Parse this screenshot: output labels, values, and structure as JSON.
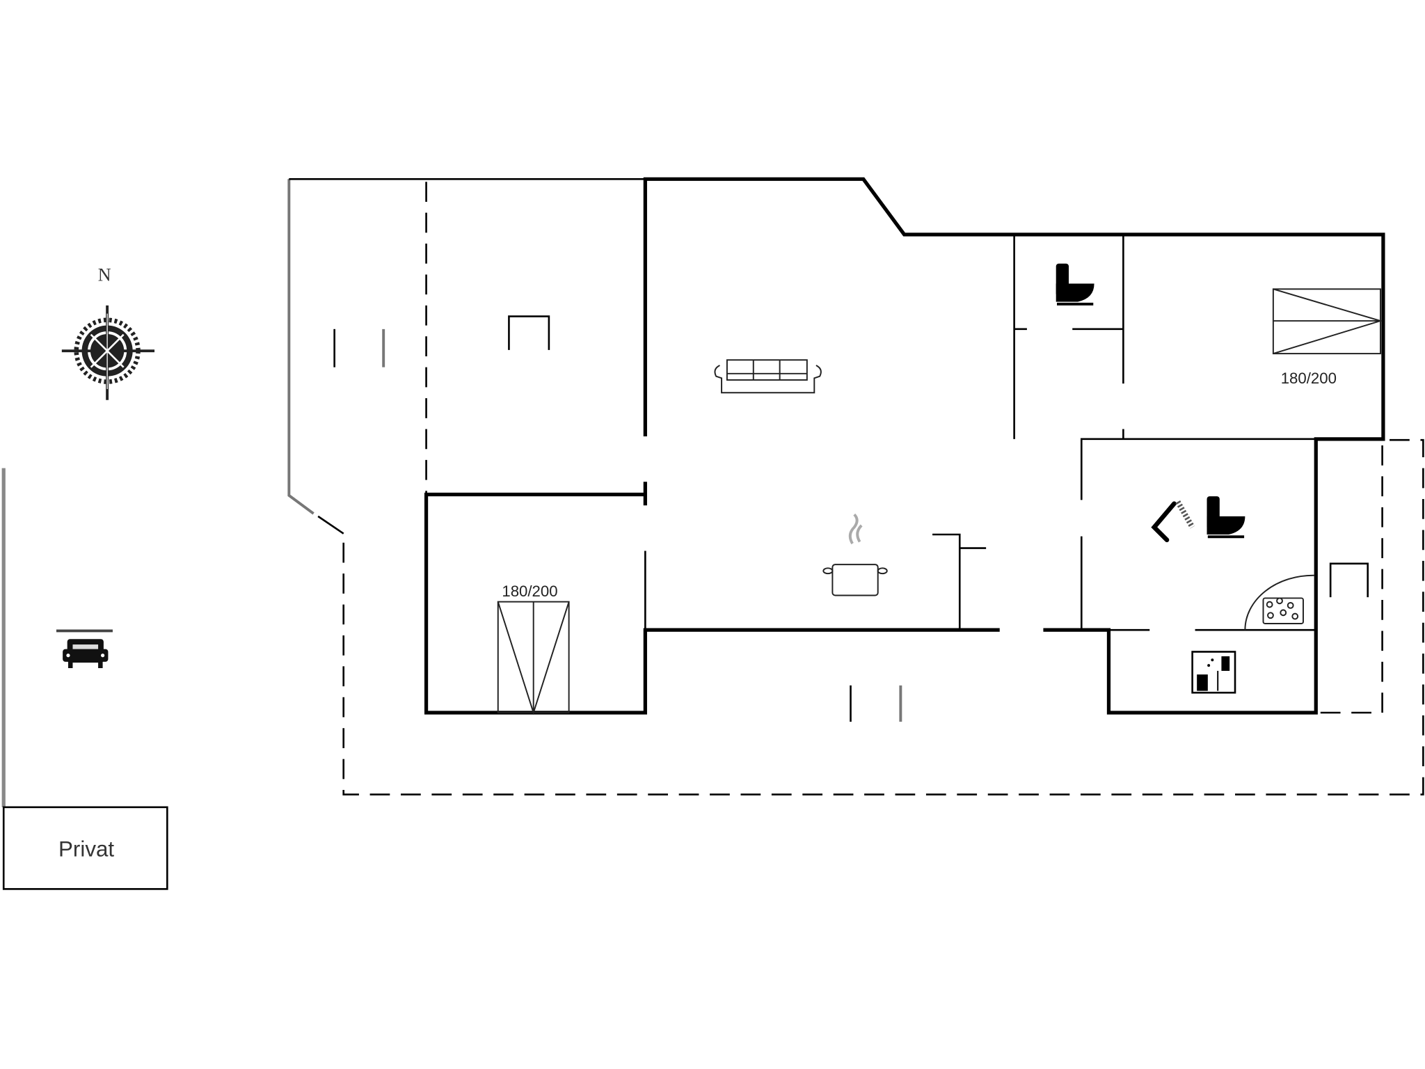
{
  "plan": {
    "compass_label": "N",
    "private_area_label": "Privat",
    "bed_labels": [
      "180/200",
      "180/200"
    ],
    "icons": [
      "compass-rose-icon",
      "car-parking-icon",
      "sofa-icon",
      "cooking-pot-icon",
      "toilet-icon",
      "shower-icon",
      "whirlpool-bath-icon",
      "sauna-icon",
      "double-bed-icon"
    ],
    "colors": {
      "wall": "#000000",
      "background": "#ffffff",
      "grey_line": "#777777"
    }
  }
}
